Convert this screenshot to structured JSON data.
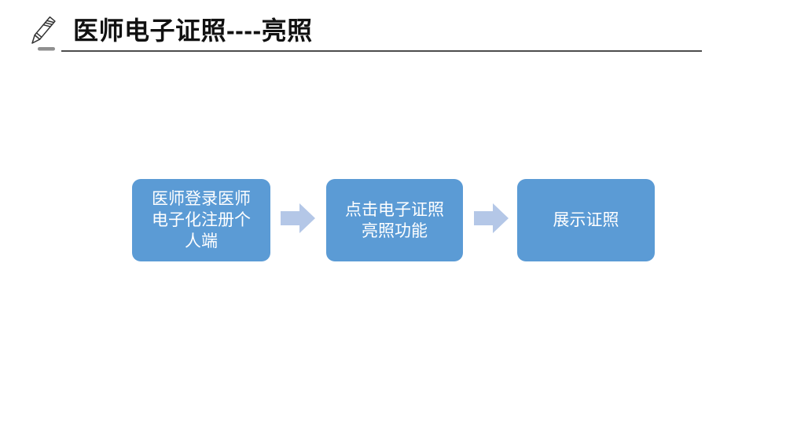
{
  "slide": {
    "background": "#ffffff",
    "header": {
      "icon": "pencil-icon",
      "title": "医师电子证照----亮照",
      "title_color": "#111111",
      "divider_color": "#4d4d4d"
    }
  },
  "flow": {
    "type": "process-flow",
    "box_fill": "#5B9BD5",
    "box_text_color": "#FFFFFF",
    "arrow_fill": "#B4C7E7",
    "arrow_icon": "right-arrow-icon",
    "steps": [
      {
        "label": "医师登录医师电子化注册个人端",
        "lines": [
          "医师登录医师",
          "电子化注册个",
          "人端"
        ]
      },
      {
        "label": "点击电子证照亮照功能",
        "lines": [
          "点击电子证照",
          "亮照功能"
        ]
      },
      {
        "label": "展示证照",
        "lines": [
          "展示证照"
        ]
      }
    ]
  }
}
